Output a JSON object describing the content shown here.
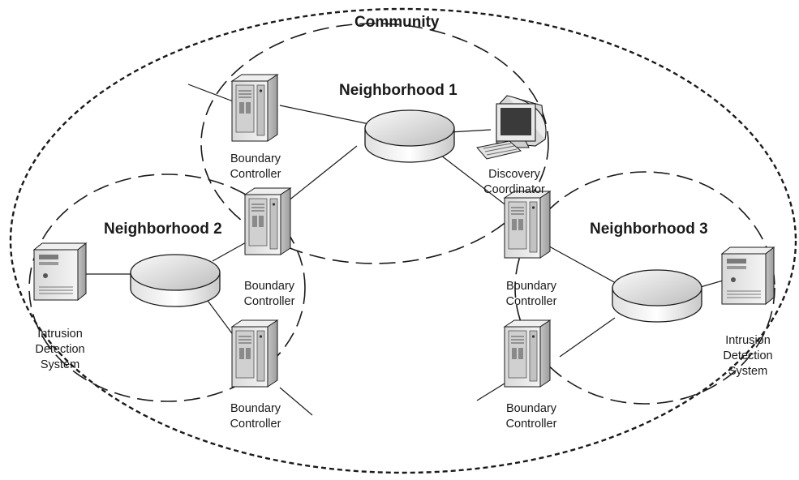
{
  "community": {
    "label": "Community"
  },
  "neighborhoods": [
    {
      "label": "Neighborhood 1"
    },
    {
      "label": "Neighborhood 2"
    },
    {
      "label": "Neighborhood 3"
    }
  ],
  "devices": {
    "discovery_coordinator": {
      "line1": "Discovery",
      "line2": "Coordinator"
    },
    "boundary_controller": {
      "line1": "Boundary",
      "line2": "Controller"
    },
    "intrusion_detection_system": {
      "line1": "Intrusion",
      "line2": "Detection",
      "line3": "System"
    }
  },
  "colors": {
    "line": "#1a1a1a",
    "hub_fill_light": "#f2f2f2",
    "hub_fill_dark": "#bdbdbd",
    "server_face": "#e6e6e6",
    "server_side": "#b8b8b8"
  }
}
